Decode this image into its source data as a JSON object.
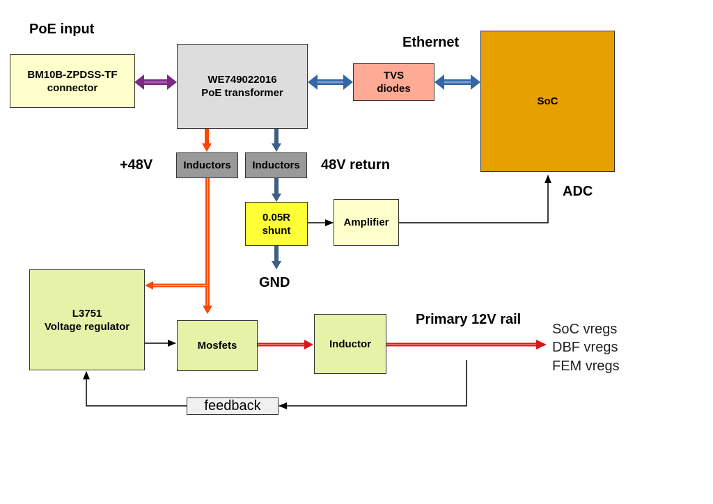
{
  "labels": {
    "poe_input": "PoE input",
    "ethernet": "Ethernet",
    "plus48v": "+48V",
    "return48v": "48V return",
    "adc": "ADC",
    "gnd": "GND",
    "primary_rail": "Primary 12V rail"
  },
  "blocks": {
    "connector": {
      "line1": "BM10B-ZPDSS-TF",
      "line2": "connector",
      "color": "#ffffcc"
    },
    "transformer": {
      "line1": "WE749022016",
      "line2": "PoE transformer",
      "color": "#dddddd"
    },
    "tvs": {
      "line1": "TVS",
      "line2": "diodes",
      "color": "#ffaa95"
    },
    "soc": {
      "line1": "SoC",
      "color": "#e6a000"
    },
    "inductors_plus": {
      "line1": "Inductors",
      "color": "#999999"
    },
    "inductors_return": {
      "line1": "Inductors",
      "color": "#999999"
    },
    "shunt": {
      "line1": "0.05R",
      "line2": "shunt",
      "color": "#ffff38"
    },
    "amplifier": {
      "line1": "Amplifier",
      "color": "#ffffcc"
    },
    "regulator": {
      "line1": "L3751",
      "line2": "Voltage regulator",
      "color": "#e6f2a8"
    },
    "mosfets": {
      "line1": "Mosfets",
      "color": "#e6f2a8"
    },
    "inductor": {
      "line1": "Inductor",
      "color": "#e6f2a8"
    },
    "feedback": {
      "line1": "feedback",
      "color": "#f0f0f0"
    }
  },
  "outputs": [
    "SoC vregs",
    "DBF vregs",
    "FEM vregs"
  ],
  "colors": {
    "purple_arrow": "#7b2c83",
    "blue_arrow": "#3465a4",
    "orange_arrow": "#ff4500",
    "red_arrow": "#e0121b",
    "signal_line": "#000000"
  }
}
